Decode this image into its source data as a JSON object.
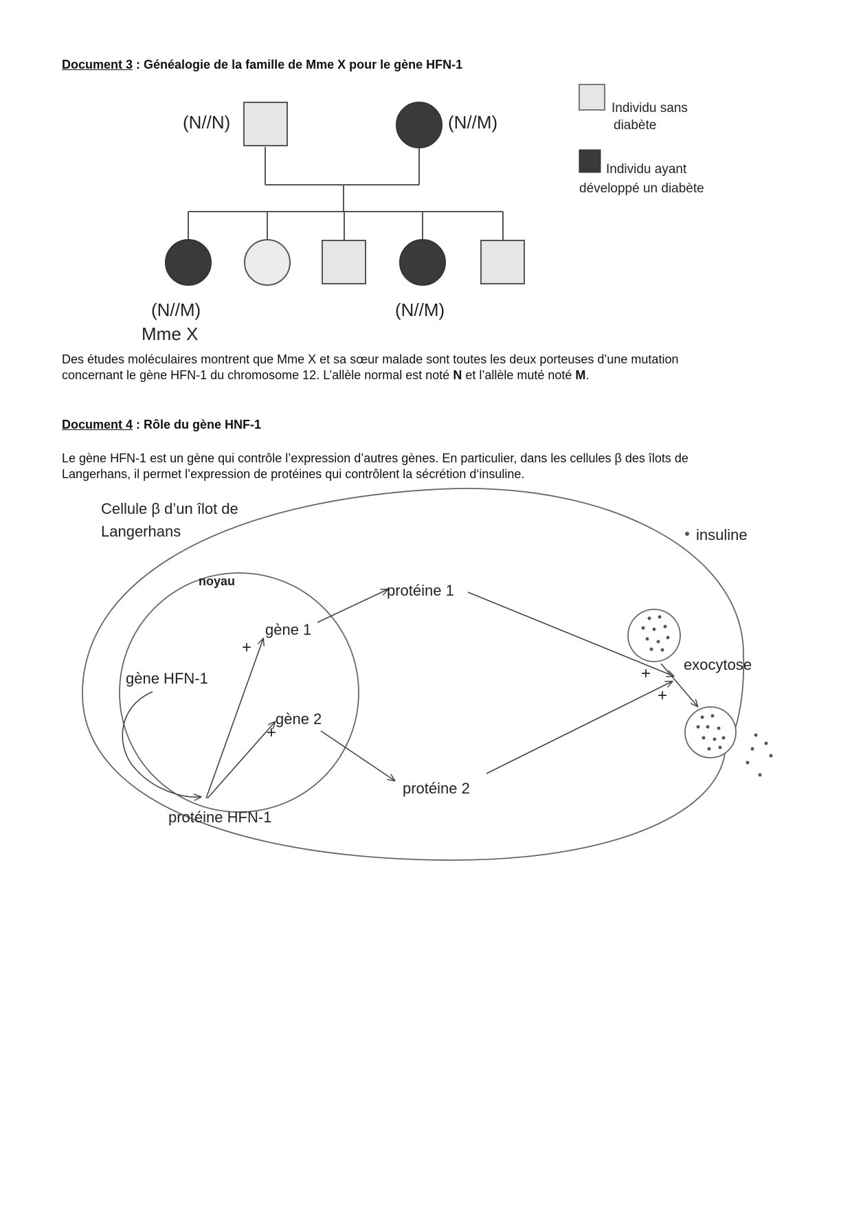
{
  "doc3": {
    "title_doc": "Document 3",
    "title_rest": " : Généalogie de la famille de Mme X pour le gène HFN-1",
    "pedigree": {
      "father_genotype": "(N//N)",
      "mother_genotype": "(N//M)",
      "mme_x_genotype": "(N//M)",
      "mme_x_label": "Mme X",
      "sister_genotype": "(N//M)",
      "legend_unaffected": [
        "Individu sans",
        "diabète"
      ],
      "legend_affected": [
        "Individu ayant",
        "développé un diabète"
      ],
      "colors": {
        "affected": "#3a3a3a",
        "unaffected": "#e6e6e6"
      }
    },
    "para_line1": "Des études moléculaires montrent que Mme X et sa sœur malade sont toutes les deux porteuses d’une mutation",
    "para_line2_a": "concernant le gène HFN-1 du chromosome 12. L’allèle normal est noté ",
    "para_line2_n": "N",
    "para_line2_b": " et l’allèle muté noté ",
    "para_line2_m": "M",
    "para_line2_c": "."
  },
  "doc4": {
    "title_doc": "Document 4",
    "title_rest": " : Rôle du gène HNF-1",
    "para_line1": "Le gène HFN-1 est un gène qui contrôle l’expression d’autres gènes. En particulier, dans les cellules β des îlots de",
    "para_line2": "Langerhans, il permet l’expression de protéines qui contrôlent la sécrétion d‘insuline.",
    "diagram": {
      "cell_label_1": "Cellule β d’un îlot de",
      "cell_label_2": "Langerhans",
      "insuline_label": "insuline",
      "noyau_label": "noyau",
      "gene1_label": "gène 1",
      "gene2_label": "gène 2",
      "gene_hfn_label": "gène HFN-1",
      "prot1_label": "protéine 1",
      "prot2_label": "protéine 2",
      "prot_hfn_label": "protéine HFN-1",
      "exocytose_label": "exocytose",
      "plus_sign": "+"
    }
  }
}
